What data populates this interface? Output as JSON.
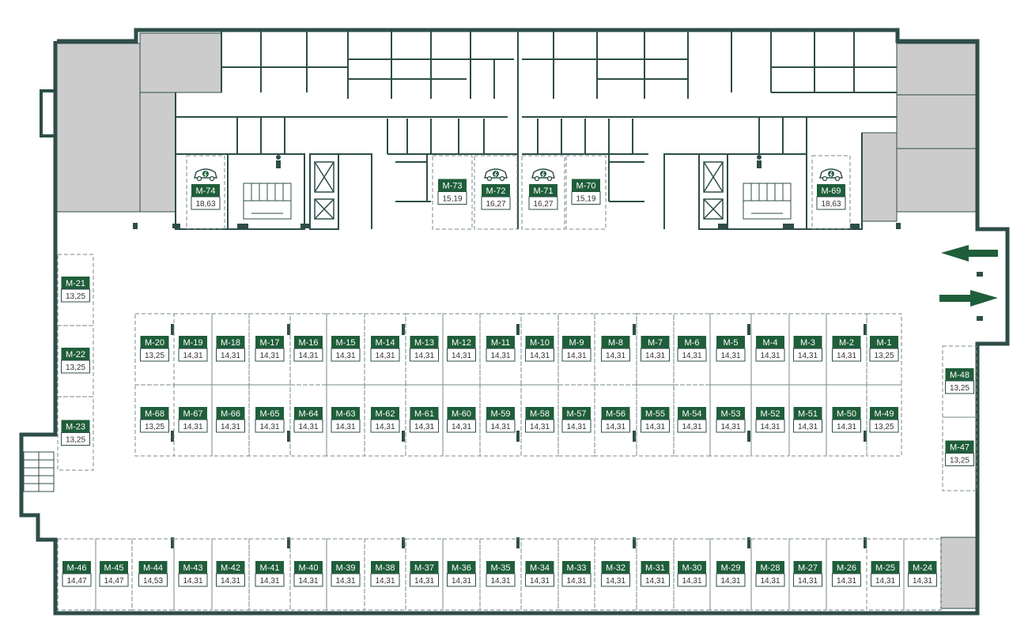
{
  "colors": {
    "wall": "#2e4d48",
    "accent": "#1f5e3a",
    "room_gray": "#cccccc",
    "floor": "#ffffff",
    "dash": "#7a8a88"
  },
  "icons": {
    "ev": "ev-charger-icon",
    "arrow_in": "arrow-left-icon",
    "arrow_out": "arrow-right-icon",
    "stairs": "stairs-icon",
    "elevator": "elevator-icon",
    "accessible": "accessible-icon"
  },
  "spots": [
    {
      "id": "M-1",
      "area": "13,25"
    },
    {
      "id": "M-2",
      "area": "14,31"
    },
    {
      "id": "M-3",
      "area": "14,31"
    },
    {
      "id": "M-4",
      "area": "14,31"
    },
    {
      "id": "M-5",
      "area": "14,31"
    },
    {
      "id": "M-6",
      "area": "14,31"
    },
    {
      "id": "M-7",
      "area": "14,31"
    },
    {
      "id": "M-8",
      "area": "14,31"
    },
    {
      "id": "M-9",
      "area": "14,31"
    },
    {
      "id": "M-10",
      "area": "14,31"
    },
    {
      "id": "M-11",
      "area": "14,31"
    },
    {
      "id": "M-12",
      "area": "14,31"
    },
    {
      "id": "M-13",
      "area": "14,31"
    },
    {
      "id": "M-14",
      "area": "14,31"
    },
    {
      "id": "M-15",
      "area": "14,31"
    },
    {
      "id": "M-16",
      "area": "14,31"
    },
    {
      "id": "M-17",
      "area": "14,31"
    },
    {
      "id": "M-18",
      "area": "14,31"
    },
    {
      "id": "M-19",
      "area": "14,31"
    },
    {
      "id": "M-20",
      "area": "13,25"
    },
    {
      "id": "M-21",
      "area": "13,25"
    },
    {
      "id": "M-22",
      "area": "13,25"
    },
    {
      "id": "M-23",
      "area": "13,25"
    },
    {
      "id": "M-24",
      "area": "14,31"
    },
    {
      "id": "M-25",
      "area": "14,31"
    },
    {
      "id": "M-26",
      "area": "14,31"
    },
    {
      "id": "M-27",
      "area": "14,31"
    },
    {
      "id": "M-28",
      "area": "14,31"
    },
    {
      "id": "M-29",
      "area": "14,31"
    },
    {
      "id": "M-30",
      "area": "14,31"
    },
    {
      "id": "M-31",
      "area": "14,31"
    },
    {
      "id": "M-32",
      "area": "14,31"
    },
    {
      "id": "M-33",
      "area": "14,31"
    },
    {
      "id": "M-34",
      "area": "14,31"
    },
    {
      "id": "M-35",
      "area": "14,31"
    },
    {
      "id": "M-36",
      "area": "14,31"
    },
    {
      "id": "M-37",
      "area": "14,31"
    },
    {
      "id": "M-38",
      "area": "14,31"
    },
    {
      "id": "M-39",
      "area": "14,31"
    },
    {
      "id": "M-40",
      "area": "14,31"
    },
    {
      "id": "M-41",
      "area": "14,31"
    },
    {
      "id": "M-42",
      "area": "14,31"
    },
    {
      "id": "M-43",
      "area": "14,31"
    },
    {
      "id": "M-44",
      "area": "14,53"
    },
    {
      "id": "M-45",
      "area": "14,47"
    },
    {
      "id": "M-46",
      "area": "14,47"
    },
    {
      "id": "M-47",
      "area": "13,25"
    },
    {
      "id": "M-48",
      "area": "13,25"
    },
    {
      "id": "M-49",
      "area": "13,25"
    },
    {
      "id": "M-50",
      "area": "14,31"
    },
    {
      "id": "M-51",
      "area": "14,31"
    },
    {
      "id": "M-52",
      "area": "14,31"
    },
    {
      "id": "M-53",
      "area": "14,31"
    },
    {
      "id": "M-54",
      "area": "14,31"
    },
    {
      "id": "M-55",
      "area": "14,31"
    },
    {
      "id": "M-56",
      "area": "14,31"
    },
    {
      "id": "M-57",
      "area": "14,31"
    },
    {
      "id": "M-58",
      "area": "14,31"
    },
    {
      "id": "M-59",
      "area": "14,31"
    },
    {
      "id": "M-60",
      "area": "14,31"
    },
    {
      "id": "M-61",
      "area": "14,31"
    },
    {
      "id": "M-62",
      "area": "14,31"
    },
    {
      "id": "M-63",
      "area": "14,31"
    },
    {
      "id": "M-64",
      "area": "14,31"
    },
    {
      "id": "M-65",
      "area": "14,31"
    },
    {
      "id": "M-66",
      "area": "14,31"
    },
    {
      "id": "M-67",
      "area": "14,31"
    },
    {
      "id": "M-68",
      "area": "13,25"
    },
    {
      "id": "M-69",
      "area": "18,63",
      "ev": true
    },
    {
      "id": "M-70",
      "area": "15,19"
    },
    {
      "id": "M-71",
      "area": "16,27",
      "ev": true
    },
    {
      "id": "M-72",
      "area": "16,27",
      "ev": true
    },
    {
      "id": "M-73",
      "area": "15,19"
    },
    {
      "id": "M-74",
      "area": "18,63",
      "ev": true
    }
  ]
}
